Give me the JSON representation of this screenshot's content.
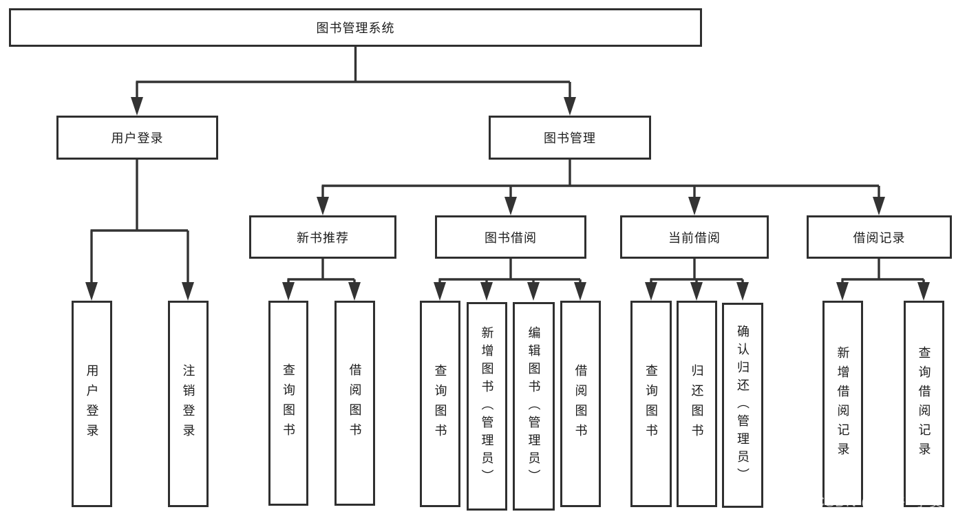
{
  "diagram": {
    "type": "hierarchy-tree",
    "colors": {
      "line": "#333333",
      "border": "#2f2f2f",
      "text": "#1c1c1c",
      "background": "#ffffff",
      "watermark": "#b9b9b9"
    },
    "tree": {
      "label": "图书管理系统",
      "children": [
        {
          "label": "用户登录",
          "children": [
            {
              "label": "用户登录"
            },
            {
              "label": "注销登录"
            }
          ]
        },
        {
          "label": "图书管理",
          "children": [
            {
              "label": "新书推荐",
              "children": [
                {
                  "label": "查询图书"
                },
                {
                  "label": "借阅图书"
                }
              ]
            },
            {
              "label": "图书借阅",
              "children": [
                {
                  "label": "查询图书"
                },
                {
                  "label": "新增图书（管理员）"
                },
                {
                  "label": "编辑图书（管理员）"
                },
                {
                  "label": "借阅图书"
                }
              ]
            },
            {
              "label": "当前借阅",
              "children": [
                {
                  "label": "查询图书"
                },
                {
                  "label": "归还图书"
                },
                {
                  "label": "确认归还（管理员）"
                }
              ]
            },
            {
              "label": "借阅记录",
              "children": [
                {
                  "label": "新增借阅记录"
                },
                {
                  "label": "查询借阅记录"
                }
              ]
            }
          ]
        }
      ]
    }
  },
  "watermark": "CSDN @软件_小贺同学"
}
